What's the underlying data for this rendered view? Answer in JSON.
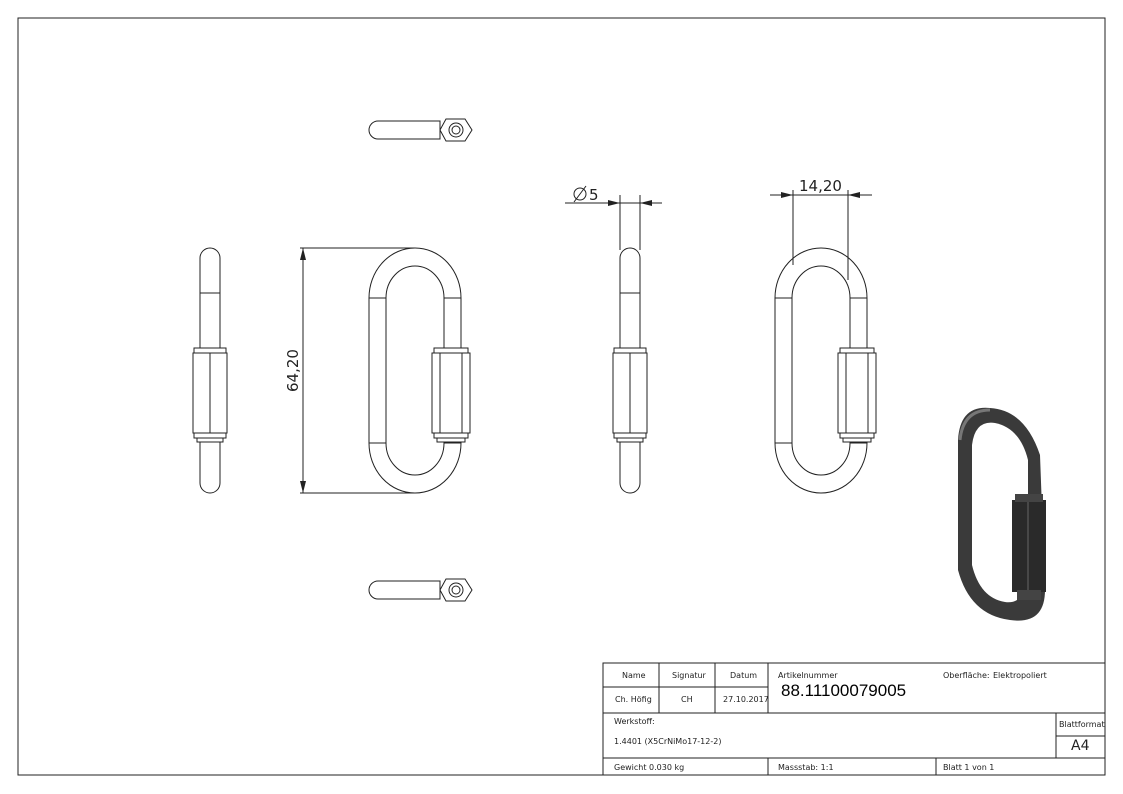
{
  "dimensions": {
    "height": "64,20",
    "diameter": "5",
    "width": "14,20"
  },
  "title_block": {
    "name_label": "Name",
    "signature_label": "Signatur",
    "date_label": "Datum",
    "name": "Ch. Höfig",
    "signature": "CH",
    "date": "27.10.2017",
    "article_label": "Artikelnummer",
    "article_number": "88.11100079005",
    "surface_label": "Oberfläche:",
    "surface": "Elektropoliert",
    "material_label": "Werkstoff:",
    "material": "1.4401 (X5CrNiMo17-12-2)",
    "format_label": "Blattformat",
    "format": "A4",
    "weight": "Gewicht 0.030 kg",
    "scale": "Massstab: 1:1",
    "sheet": "Blatt 1 von 1"
  }
}
